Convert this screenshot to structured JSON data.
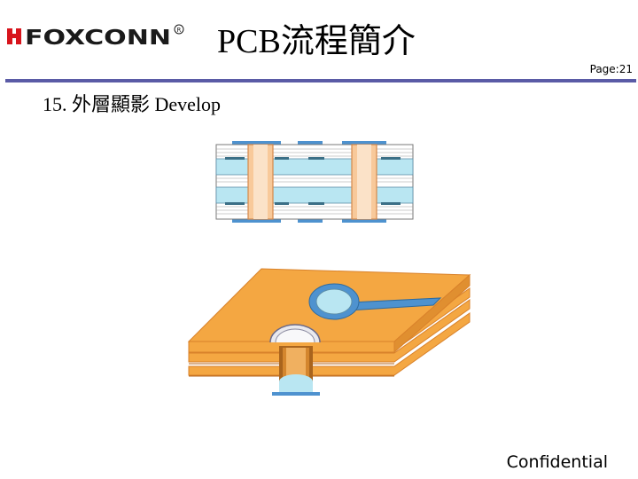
{
  "header": {
    "logo_text": "FOXCONN",
    "title": "PCB流程簡介",
    "page": "Page:21"
  },
  "slide": {
    "subtitle": "15. 外層顯影 Develop"
  },
  "footer": {
    "confidential": "Confidential"
  },
  "colors": {
    "accent_rule": "#5a5ba6",
    "logo_red": "#d8141c",
    "copper": "#f4a742",
    "plated_hole": "#f8c99a",
    "dry_film": "#4e92cf",
    "core_fill": "#b9e6f2"
  },
  "icons": {
    "logo": "foxconn-logo-icon",
    "cross_section": "pcb-cross-section-icon",
    "board": "pcb-layered-board-icon"
  }
}
